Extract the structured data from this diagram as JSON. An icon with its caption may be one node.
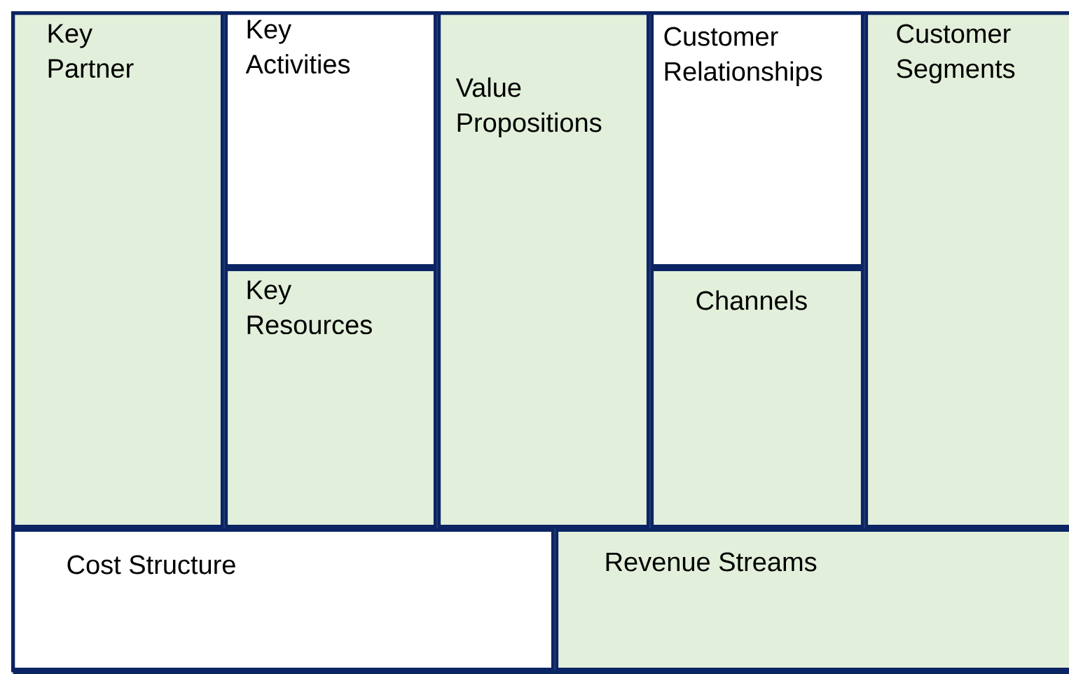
{
  "diagram": {
    "nodes": [
      {
        "text": [
          "Key Partner"
        ]
      },
      {
        "text": [
          "Key Activities"
        ]
      },
      {
        "text": [
          "Key Resources"
        ]
      },
      {
        "text": [
          "Value Propositions"
        ]
      },
      {
        "text": [
          "Customer Relationships"
        ]
      },
      {
        "text": [
          "Channels"
        ]
      },
      {
        "text": [
          "Customer Segments"
        ]
      },
      {
        "text": [
          "Cost Structure"
        ]
      },
      {
        "text": [
          "Revenue Streams"
        ]
      }
    ]
  }
}
